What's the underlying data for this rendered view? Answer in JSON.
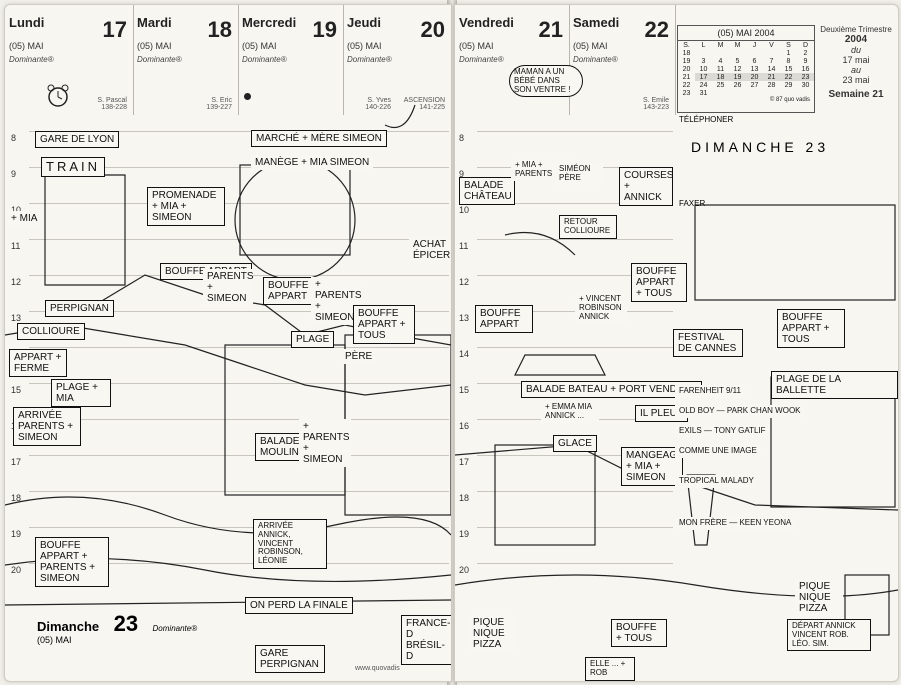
{
  "days": [
    {
      "name": "Lundi",
      "num": "17",
      "month": "(05) MAI",
      "dominante": "Dominante®",
      "saint": "S. Pascal",
      "days": "138-228"
    },
    {
      "name": "Mardi",
      "num": "18",
      "month": "(05) MAI",
      "dominante": "Dominante®",
      "saint": "S. Eric",
      "days": "139-227"
    },
    {
      "name": "Mercredi",
      "num": "19",
      "month": "(05) MAI",
      "dominante": "Dominante®",
      "saint": "",
      "days": ""
    },
    {
      "name": "Jeudi",
      "num": "20",
      "month": "(05) MAI",
      "dominante": "Dominante®",
      "saint": "S. Yves",
      "days": "140-226",
      "holiday": "ASCENSION",
      "holiday_days": "141-225"
    },
    {
      "name": "Vendredi",
      "num": "21",
      "month": "(05) MAI",
      "dominante": "Dominante®",
      "saint": "",
      "days": ""
    },
    {
      "name": "Samedi",
      "num": "22",
      "month": "(05) MAI",
      "dominante": "Dominante®",
      "saint": "S. Emile",
      "days": "143-223"
    }
  ],
  "calendar": {
    "title": "(05) MAI 2004",
    "headers": [
      "S.",
      "L",
      "M",
      "M",
      "J",
      "V",
      "S",
      "D"
    ],
    "rows": [
      [
        "18",
        "",
        "",
        "",
        "",
        "",
        "1",
        "2"
      ],
      [
        "19",
        "3",
        "4",
        "5",
        "6",
        "7",
        "8",
        "9"
      ],
      [
        "20",
        "10",
        "11",
        "12",
        "13",
        "14",
        "15",
        "16"
      ],
      [
        "21",
        "17",
        "18",
        "19",
        "20",
        "21",
        "22",
        "23"
      ],
      [
        "22",
        "24",
        "25",
        "26",
        "27",
        "28",
        "29",
        "30"
      ],
      [
        "23",
        "31",
        "",
        "",
        "",
        "",
        "",
        ""
      ]
    ],
    "note": "© 87 quo vadis"
  },
  "trimester": {
    "label": "Deuxième Trimestre",
    "year": "2004",
    "from": "du",
    "from_date": "17 mai",
    "to": "au",
    "to_date": "23 mai",
    "week": "Semaine 21"
  },
  "labels": {
    "telephone": "TÉLÉPHONER",
    "faxer": "FAXER",
    "dimanche_heading": "DIMANCHE 23",
    "footer_day": "Dimanche",
    "footer_num": "23",
    "footer_month": "(05) MAI",
    "footer_dom": "Dominante®",
    "footer_credit": "www.quovadis"
  },
  "hours": [
    "8",
    "9",
    "10",
    "11",
    "12",
    "13",
    "14",
    "15",
    "16",
    "17",
    "18",
    "19",
    "20"
  ],
  "notes": {
    "gare": "GARE DE LYON",
    "train": "TRAIN",
    "mia": "+ MIA",
    "perpignan": "PERPIGNAN",
    "collioure": "COLLIOURE",
    "appart": "APPART + FERME",
    "plage1": "PLAGE + MIA",
    "arrivee": "ARRIVÉE PARENTS + SIMEON",
    "bouffe1": "BOUFFE APPART + PARENTS + SIMEON",
    "promenade": "PROMENADE + MIA + SIMEON",
    "bouffe2": "BOUFFE APPART",
    "parents2": "PARENTS + SIMEON",
    "marche": "MARCHÉ + MÈRE SIMEON",
    "manege": "MANÈGE + MIA SIMEON",
    "bouffe3": "BOUFFE APPART",
    "parents3": "+ PARENTS + SIMEON",
    "plage2": "PLAGE",
    "balade_moulin": "BALADE MOULIN",
    "parents4": "+ PARENTS + SIMEON",
    "arrivee2": "ARRIVÉE ANNICK, VINCENT ROBINSON, LÉONIE",
    "perd": "ON PERD LA FINALE",
    "bouffe4": "BOUFFE APPART + TOUS",
    "pere": "PÈRE",
    "achat": "ACHAT ÉPICERIE",
    "balade_chateau": "BALADE CHÂTEAU",
    "bulle": "MAMAN A UN BÉBÉ DANS SON VENTRE !",
    "mia_parents": "+ MIA + PARENTS",
    "simeon_p": "SIMÉON PÈRE",
    "retour": "RETOUR COLLIOURE",
    "bouffe5": "BOUFFE APPART",
    "vincent": "+ VINCENT ROBINSON ANNICK",
    "balade_bateau": "BALADE BATEAU + PORT VENDRES",
    "glace": "GLACE",
    "emma": "+ EMMA MIA ANNICK ...",
    "courses": "COURSES + ANNICK",
    "bouffe6": "BOUFFE APPART + TOUS",
    "il_pleut": "IL PLEUT",
    "mangeage": "MANGEAGE + MIA + SIMEON",
    "festival": "FESTIVAL DE CANNES",
    "farenheit": "FARENHEIT 9/11",
    "oldboy": "OLD BOY — PARK CHAN WOOK",
    "exils": "EXILS — TONY GATLIF",
    "comme": "COMME UNE IMAGE",
    "tropical": "TROPICAL MALADY",
    "mon_frere": "MON FRÈRE — KEEN YEONA",
    "plage_ballette": "PLAGE DE LA BALLETTE",
    "bouffe7": "BOUFFE APPART + TOUS",
    "pique": "PIQUE NIQUE PIZZA",
    "depart": "DÉPART ANNICK VINCENT ROB. LÉO. SIM.",
    "bouffe8": "BOUFFE + TOUS",
    "elle": "ELLE ... + ROB",
    "gare2": "GARE PERPIGNAN",
    "france": "FRANCE-D BRÉSIL-D",
    "pique2": "PIQUE NIQUE PIZZA"
  }
}
